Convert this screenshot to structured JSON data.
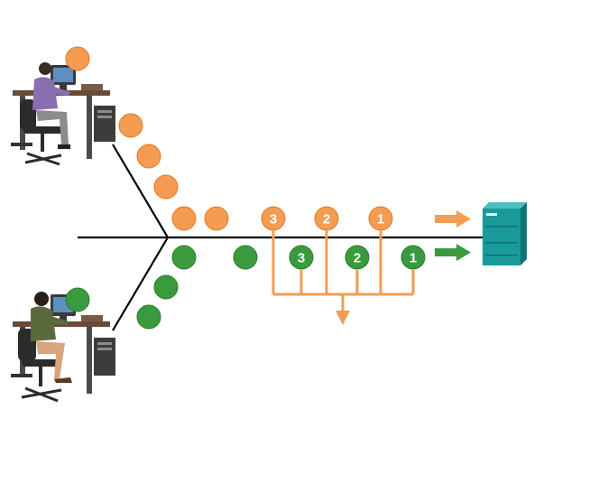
{
  "colors": {
    "orange": "#f39c52",
    "orange_dark": "#e0792a",
    "green": "#3a9a3e",
    "green_dark": "#2b7a30",
    "line": "#000000",
    "server": "#1a9a9a"
  },
  "icons": {
    "top_user": "woman-at-computer-purple-icon",
    "bottom_user": "woman-at-computer-green-icon",
    "server": "server-icon"
  },
  "packets": {
    "orange_numbers": [
      "3",
      "2",
      "1"
    ],
    "green_numbers": [
      "3",
      "2",
      "1"
    ]
  }
}
